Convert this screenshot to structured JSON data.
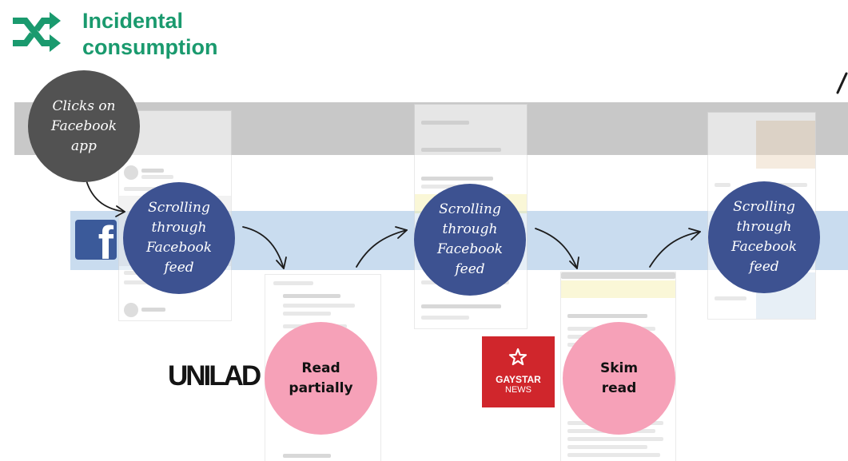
{
  "header": {
    "icon": "shuffle-icon",
    "title_line1": "Incidental",
    "title_line2": "consumption",
    "accent_color": "#1a9a6e"
  },
  "steps": {
    "start": "Clicks on\nFacebook\napp",
    "scroll_1": "Scrolling\nthrough\nFacebook\nfeed",
    "read_partially": "Read\npartially",
    "scroll_2": "Scrolling\nthrough\nFacebook\nfeed",
    "skim_read": "Skim\nread",
    "scroll_3": "Scrolling\nthrough\nFacebook\nfeed"
  },
  "brands": {
    "facebook": "f",
    "unilad": "UNILAD",
    "gaystar_line1": "GAYSTAR",
    "gaystar_line2": "NEWS"
  },
  "colors": {
    "grey_band": "#c8c8c8",
    "blue_band": "#c9dcef",
    "scroll_circle": "#3d5291",
    "start_circle": "#525252",
    "read_circle": "#f6a1b8",
    "facebook": "#3b5a9a",
    "gaystar": "#d0262c"
  }
}
